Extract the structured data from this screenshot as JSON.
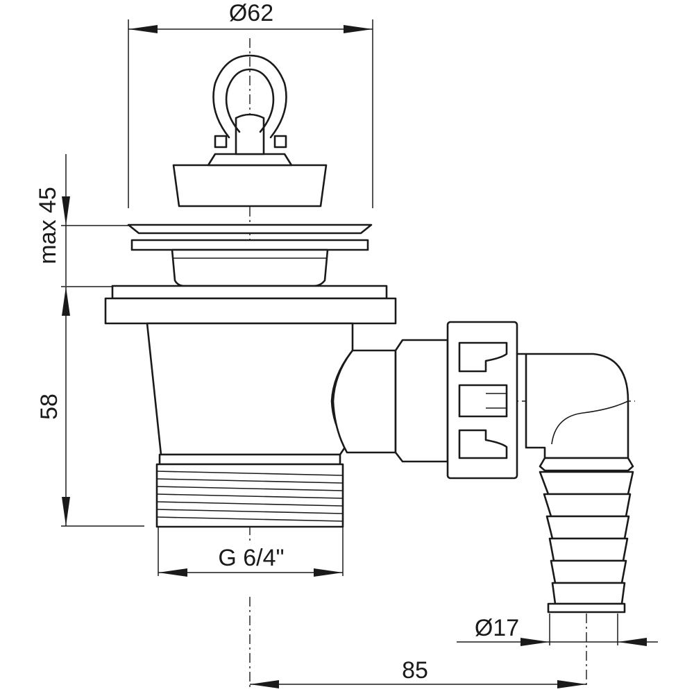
{
  "dimensions": {
    "top_diameter": "Ø62",
    "max_height": "max 45",
    "body_height": "58",
    "thread": "G 6/4\"",
    "hose_diameter": "Ø17",
    "offset": "85"
  }
}
